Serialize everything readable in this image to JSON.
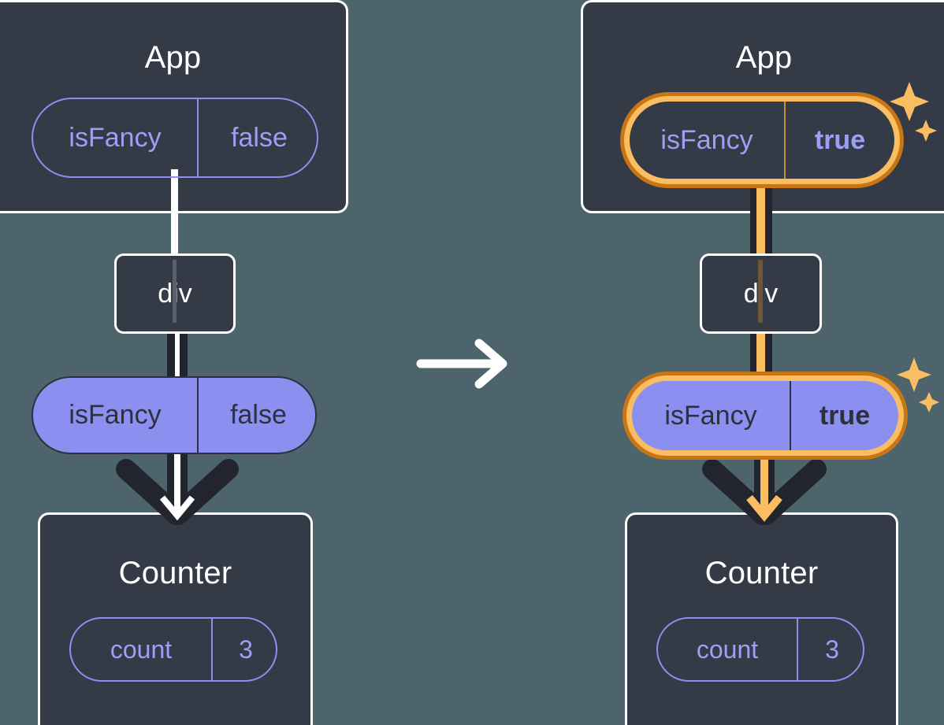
{
  "diagram": {
    "title": "React state propagation before and after isFancy toggles",
    "background_color": "#4D646D",
    "accent_highlight_color": "#FABD62",
    "accent_outline_color": "#C87613",
    "prop_color": "#8B8FF0",
    "box_color": "#343A46"
  },
  "transition": {
    "icon": "arrow-right-icon",
    "color": "#FFFFFF"
  },
  "left": {
    "app": {
      "title": "App",
      "state_pill": {
        "key": "isFancy",
        "value": "false",
        "style": "outlined",
        "highlighted": false
      }
    },
    "div": {
      "label": "div"
    },
    "prop_pill": {
      "key": "isFancy",
      "value": "false",
      "style": "filled",
      "highlighted": false
    },
    "counter": {
      "title": "Counter",
      "state_pill": {
        "key": "count",
        "value": "3",
        "style": "outlined",
        "highlighted": false
      }
    },
    "arrow": {
      "icon": "arrow-down-icon",
      "color": "#FFFFFF"
    }
  },
  "right": {
    "app": {
      "title": "App",
      "state_pill": {
        "key": "isFancy",
        "value": "true",
        "style": "outlined",
        "highlighted": true
      },
      "sparkle": {
        "icon": "sparkles-icon",
        "color": "#FABD62"
      }
    },
    "div": {
      "label": "div"
    },
    "prop_pill": {
      "key": "isFancy",
      "value": "true",
      "style": "filled",
      "highlighted": true
    },
    "prop_sparkle": {
      "icon": "sparkles-icon",
      "color": "#FABD62"
    },
    "counter": {
      "title": "Counter",
      "state_pill": {
        "key": "count",
        "value": "3",
        "style": "outlined",
        "highlighted": false
      }
    },
    "arrow": {
      "icon": "arrow-down-icon",
      "color": "#FABD62"
    }
  }
}
